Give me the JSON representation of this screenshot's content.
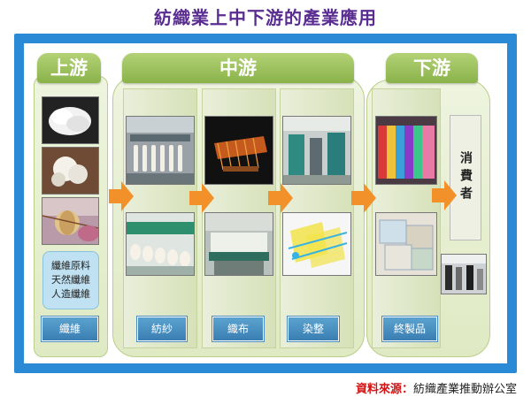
{
  "title": "紡織業上中下游的產業應用",
  "sections": {
    "upstream": "上游",
    "midstream": "中游",
    "downstream": "下游"
  },
  "fiber_types": [
    "纖維原料",
    "天然纖維",
    "人造纖維"
  ],
  "stage_labels": {
    "fiber": "纖維",
    "spinning": "紡紗",
    "weaving": "織布",
    "dyeing": "染整",
    "final": "終製品"
  },
  "consumer": "消費者",
  "source": {
    "label": "資料來源：",
    "value": "紡織產業推動辦公室"
  },
  "colors": {
    "title": "#5a2d91",
    "frame": "#2a8ad6",
    "tab": "#9cc35a",
    "label": "#3f86bb",
    "arrow": "#f2902a",
    "source_label": "#d21414"
  }
}
